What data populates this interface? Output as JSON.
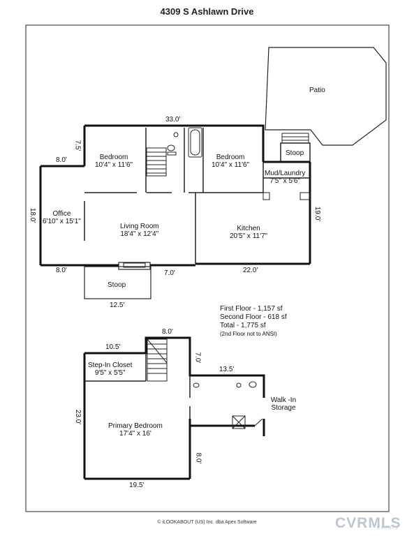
{
  "title": "4309 S Ashlawn Drive",
  "rooms": {
    "patio": {
      "name": "Patio"
    },
    "stoop_back": {
      "name": "Stoop"
    },
    "bedroom_left": {
      "name": "Bedroom",
      "size": "10'4\" x 11'6\""
    },
    "bedroom_right": {
      "name": "Bedroom",
      "size": "10'4\" x 11'6\""
    },
    "mud_laundry": {
      "name": "Mud/Laundry",
      "size": "7'5\" x 5'6\""
    },
    "office": {
      "name": "Office",
      "size": "6'10\" x 15'1\""
    },
    "living_room": {
      "name": "Living Room",
      "size": "18'4\" x 12'4\""
    },
    "kitchen": {
      "name": "Kitchen",
      "size": "20'5\" x 11'7\""
    },
    "stoop_front": {
      "name": "Stoop"
    },
    "step_in_closet": {
      "name": "Step-In Closet",
      "size": "9'5\" x 5'5\""
    },
    "primary_bedroom": {
      "name": "Primary Bedroom",
      "size": "17'4\" x 16'"
    },
    "walk_in_storage": {
      "name": "Walk -In Storage"
    }
  },
  "dimensions": {
    "top_width": "33.0'",
    "bedroom_depth": "7.5'",
    "office_width_top": "8.0'",
    "left_depth": "18.0'",
    "right_depth": "19.0'",
    "office_width_bottom": "8.0'",
    "living_width": "7.0'",
    "kitchen_width": "22.0'",
    "stoop_width": "12.5'",
    "stair_width": "8.0'",
    "closet_width": "10.5'",
    "stair_depth": "7.0'",
    "storage_width": "13.5'",
    "second_left_depth": "23.0'",
    "second_right_depth": "8.0'",
    "second_bottom_width": "19.5'"
  },
  "areas": {
    "first_floor": "First Floor - 1,157 sf",
    "second_floor": "Second Floor - 618 sf",
    "total": "Total - 1,775 sf",
    "note": "(2nd Floor not to ANSI)"
  },
  "copyright": "© iLOOKABOUT (US) Inc. dba Apex Software",
  "brand": "CVRMLS",
  "brand_sub": "CVRMLS"
}
